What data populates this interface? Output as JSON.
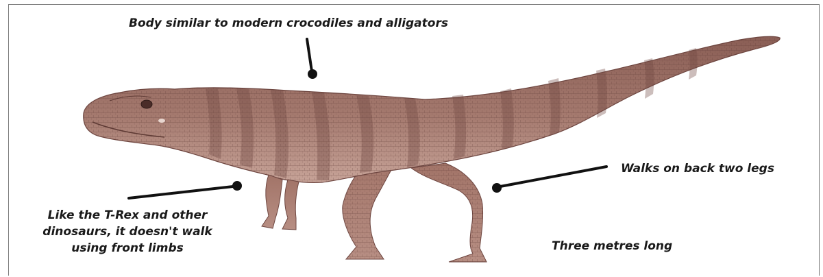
{
  "annotations": {
    "body": "Body similar to modern crocodiles and alligators",
    "walk": "Walks on back two legs",
    "length": "Three metres long",
    "front_line1": "Like the T-Rex and other",
    "front_line2": "dinosaurs, it doesn't walk",
    "front_line3": "using front limbs"
  },
  "colors": {
    "skin": "#9c6e63",
    "skin_dark": "#6e4640",
    "skin_light": "#c9a59b",
    "pointer": "#111111"
  }
}
